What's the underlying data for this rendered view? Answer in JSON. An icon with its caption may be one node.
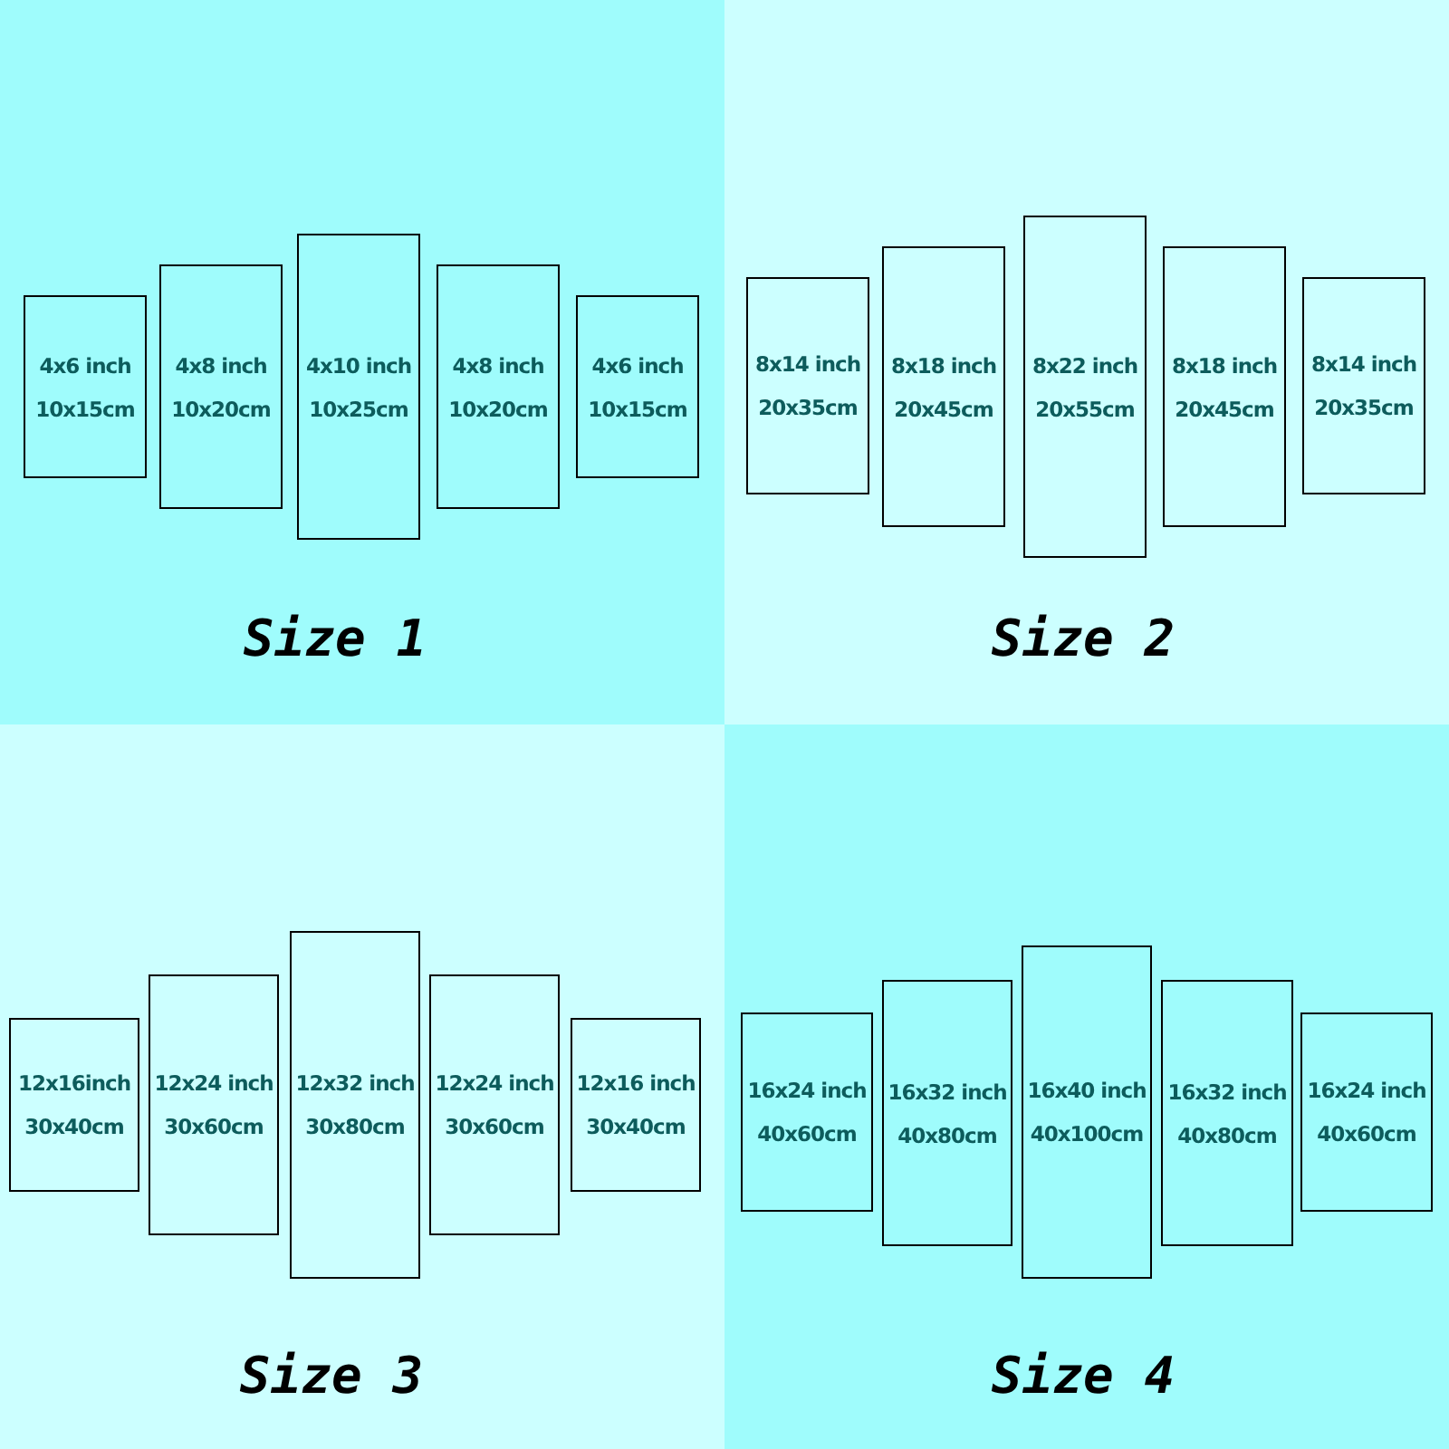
{
  "diagram": {
    "nodes": [
      {
        "text": [
          "Size 1"
        ]
      },
      {
        "text": [
          "4x6 inch",
          "10x15cm"
        ],
        "in": 0
      },
      {
        "text": [
          "4x8 inch",
          "10x20cm"
        ],
        "in": 0
      },
      {
        "text": [
          "4x10 inch",
          "10x25cm"
        ],
        "in": 0
      },
      {
        "text": [
          "4x8 inch",
          "10x20cm"
        ],
        "in": 0
      },
      {
        "text": [
          "4x6 inch",
          "10x15cm"
        ],
        "in": 0
      },
      {
        "text": [
          "Size 2"
        ]
      },
      {
        "text": [
          "8x14 inch",
          "20x35cm"
        ],
        "in": 6
      },
      {
        "text": [
          "8x18 inch",
          "20x45cm"
        ],
        "in": 6
      },
      {
        "text": [
          "8x22 inch",
          "20x55cm"
        ],
        "in": 6
      },
      {
        "text": [
          "8x18 inch",
          "20x45cm"
        ],
        "in": 6
      },
      {
        "text": [
          "8x14 inch",
          "20x35cm"
        ],
        "in": 6
      },
      {
        "text": [
          "Size 3"
        ]
      },
      {
        "text": [
          "12x16inch",
          "30x40cm"
        ],
        "in": 12
      },
      {
        "text": [
          "12x24 inch",
          "30x60cm"
        ],
        "in": 12
      },
      {
        "text": [
          "12x32 inch",
          "30x80cm"
        ],
        "in": 12
      },
      {
        "text": [
          "12x24 inch",
          "30x60cm"
        ],
        "in": 12
      },
      {
        "text": [
          "12x16 inch",
          "30x40cm"
        ],
        "in": 12
      },
      {
        "text": [
          "Size 4"
        ]
      },
      {
        "text": [
          "16x24 inch",
          "40x60cm"
        ],
        "in": 18
      },
      {
        "text": [
          "16x32 inch",
          "40x80cm"
        ],
        "in": 18
      },
      {
        "text": [
          "16x40 inch",
          "40x100cm"
        ],
        "in": 18
      },
      {
        "text": [
          "16x32 inch",
          "40x80cm"
        ],
        "in": 18
      },
      {
        "text": [
          "16x24 inch",
          "40x60cm"
        ],
        "in": 18
      }
    ]
  }
}
